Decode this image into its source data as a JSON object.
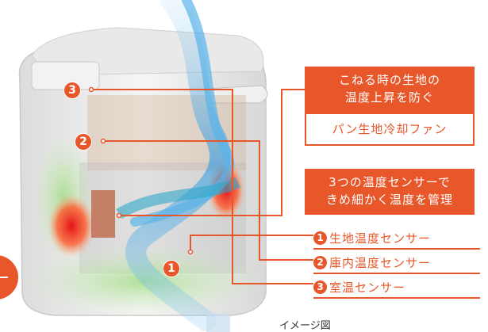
{
  "callout_fan": {
    "title_line1": "こねる時の生地の",
    "title_line2": "温度上昇を防ぐ",
    "label": "パン生地冷却ファン"
  },
  "callout_sensors": {
    "title_line1": "3つの温度センサーで",
    "title_line2": "きめ細かく温度を管理",
    "items": [
      {
        "num": "1",
        "label": "生地温度センサー"
      },
      {
        "num": "2",
        "label": "庫内温度センサー"
      },
      {
        "num": "3",
        "label": "室温センサー"
      }
    ]
  },
  "markers": {
    "m1": "1",
    "m2": "2",
    "m3": "3"
  },
  "caption": "イメージ図",
  "colors": {
    "accent": "#e8572a",
    "airflow": "#4aa8e0",
    "heat": "#e8281e"
  }
}
